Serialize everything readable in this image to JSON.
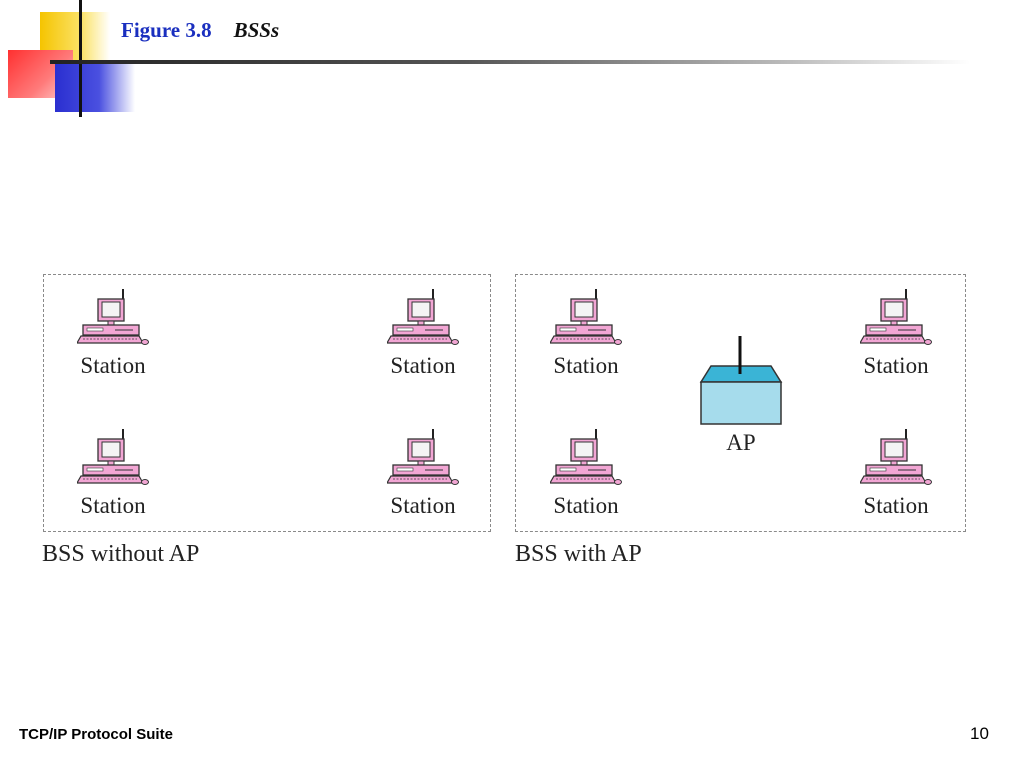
{
  "slide": {
    "figure_label": "Figure 3.8",
    "figure_title": "BSSs",
    "footer_left": "TCP/IP Protocol Suite",
    "page_number": "10"
  },
  "diagram": {
    "left_panel": {
      "caption": "BSS without AP",
      "stations": [
        "Station",
        "Station",
        "Station",
        "Station"
      ]
    },
    "right_panel": {
      "caption": "BSS with AP",
      "stations": [
        "Station",
        "Station",
        "Station",
        "Station"
      ],
      "access_point": "AP"
    }
  },
  "colors": {
    "title_blue": "#1a2fbf",
    "station_pink": "#f0a0d0",
    "ap_fill": "#a6dcec",
    "ap_top": "#3ab4d6"
  }
}
